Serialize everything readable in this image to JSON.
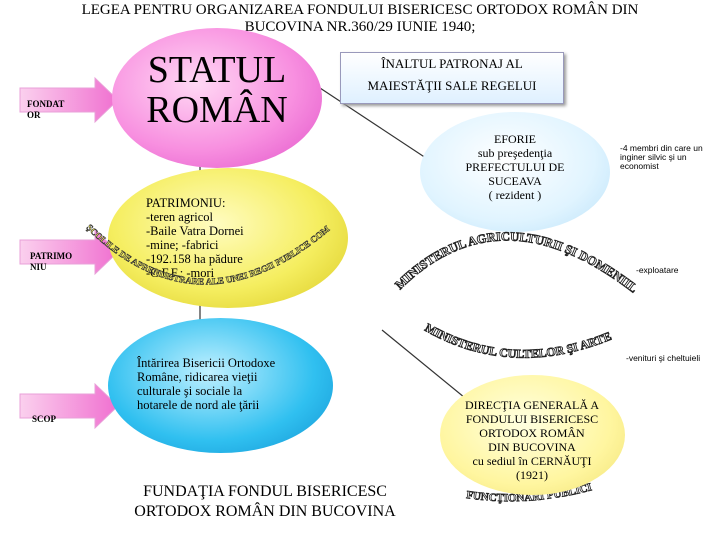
{
  "title": {
    "line1": "LEGEA PENTRU ORGANIZAREA FONDULUI BISERICESC ORTODOX ROMÂN DIN",
    "line2": "BUCOVINA NR.360/29 IUNIE 1940;"
  },
  "left_labels": {
    "fondator": [
      "FONDAT",
      "OR"
    ],
    "patrimoniu": [
      "PATRIMO",
      "NIU"
    ],
    "scop": "SCOP"
  },
  "statul": [
    "STATUL",
    "ROMÂN"
  ],
  "inaltul": [
    "ÎNALTUL PATRONAJ AL",
    "MAIESTĂŢII SALE REGELUI"
  ],
  "patrimoniu": [
    "PATRIMONIU:",
    "-teren agricol",
    "-Baile Vatra Dornei",
    "-mine; -fabrici",
    "-192.158 ha pădure",
    "-C.F.F.; -mori"
  ],
  "patrimoniu_arc": "ŞCOLILE DE APRENDISTRARE ALE UNEI REGII PUBLICE COMERCIALE",
  "eforie": [
    "EFORIE",
    "sub preşedenţia",
    "PREFECTULUI DE",
    "SUCEAVA",
    "( rezident )"
  ],
  "eforie_note": [
    "-4 membri din care un",
    "inginer silvic şi un",
    "economist"
  ],
  "ministry_agri": "MINISTERUL AGRICULTURII ŞI DOMENIILOR",
  "explo_note": "-exploatare",
  "ministry_cult": "MINISTERUL CULTELOR ŞI ARTELOR",
  "venituri_note": "-venituri şi cheltuieli",
  "scop": [
    "Întărirea Bisericii Ortodoxe",
    "Române, ridicarea vieţii",
    "culturale şi sociale la",
    "hotarele de nord ale ţării"
  ],
  "directia": [
    "DIRECŢIA GENERALĂ A",
    "FONDULUI BISERICESC",
    "ORTODOX ROMÂN",
    "DIN BUCOVINA",
    "cu sediul în CERNĂUŢI",
    "(1921)"
  ],
  "functionari": "FUNCŢIONARI PUBLICI",
  "fundatia": [
    "FUNDAŢIA FONDUL BISERICESC",
    "ORTODOX ROMÂN DIN BUCOVINA"
  ],
  "colors": {
    "pink": "#f890e0",
    "yellow": "#f5ee60",
    "blue": "#30c0f0",
    "light_blue": "#e0f4ff",
    "light_yellow": "#fff6a0"
  }
}
